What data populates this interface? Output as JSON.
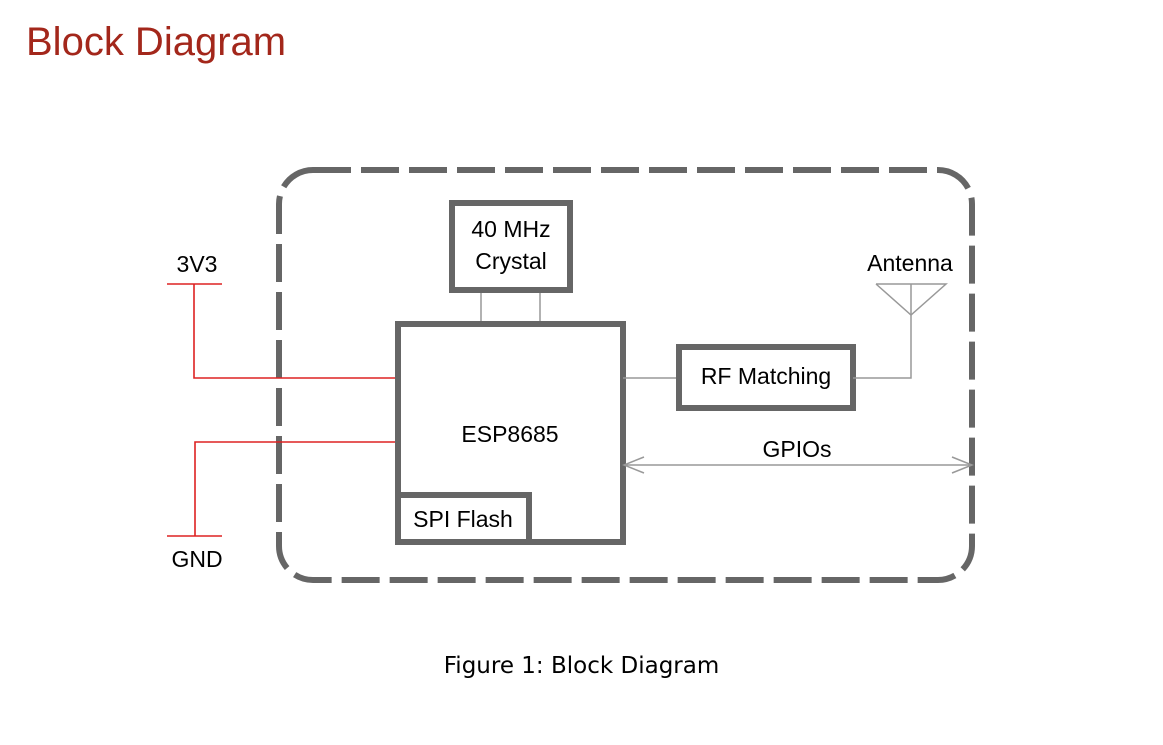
{
  "heading": "Block Diagram",
  "diagram": {
    "blocks": {
      "crystal_line1": "40 MHz",
      "crystal_line2": "Crystal",
      "soc": "ESP8685",
      "flash": "SPI Flash",
      "rf": "RF Matching"
    },
    "labels": {
      "power": "3V3",
      "ground": "GND",
      "antenna": "Antenna",
      "gpios": "GPIOs"
    },
    "colors": {
      "block_border": "#666666",
      "power_wire": "#dd2222",
      "signal_wire": "#999999",
      "heading": "#a3271b"
    }
  },
  "caption": "Figure 1: Block Diagram"
}
